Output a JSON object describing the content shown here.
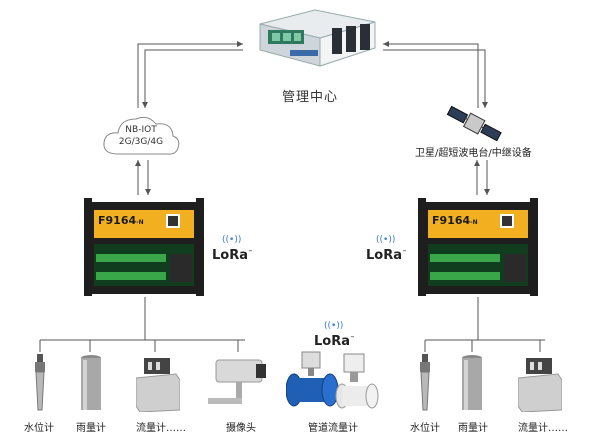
{
  "management_center": {
    "label": "管理中心"
  },
  "network": {
    "line1": "NB-IOT",
    "line2": "2G/3G/4G"
  },
  "satellite": {
    "label": "卫星/超短波电台/中继设备"
  },
  "rtu": {
    "model": "F9164",
    "suffix": "-N"
  },
  "lora": {
    "text": "LoRa",
    "tm": "™"
  },
  "sensors_left": {
    "water_level": "水位计",
    "rain_gauge": "雨量计",
    "flow_meter": "流量计……",
    "camera": "摄像头"
  },
  "sensors_mid": {
    "pipe_flow": "管道流量计"
  },
  "sensors_right": {
    "water_level": "水位计",
    "rain_gauge": "雨量计",
    "flow_meter": "流量计……"
  },
  "colors": {
    "device_body": "#1e1e1e",
    "device_label": "#f2b021",
    "terminal_green": "#3aa64a",
    "flow_blue": "#1f5fb5",
    "lines": "#555555"
  }
}
